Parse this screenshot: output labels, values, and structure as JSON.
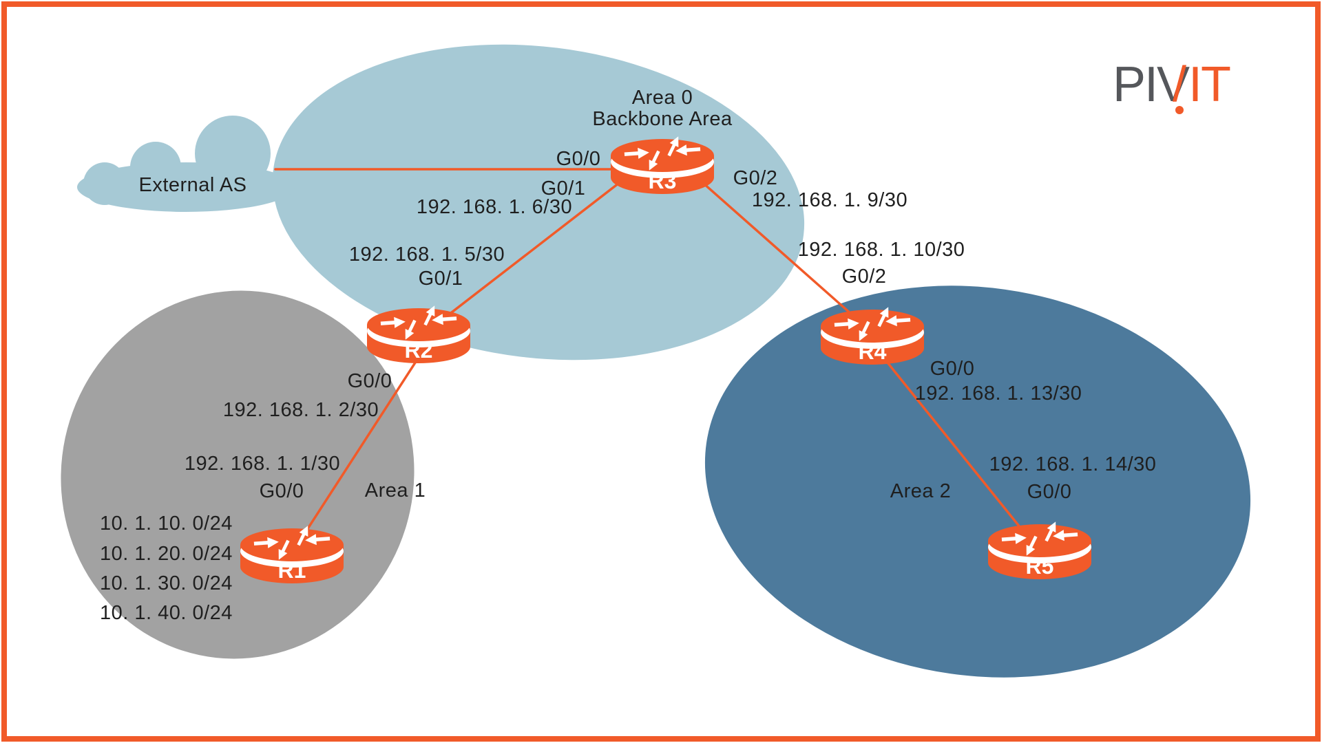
{
  "colors": {
    "orange": "#f15a29",
    "text": "#1f1f1f",
    "logo_gray": "#55575b",
    "area0_fill": "#a6c9d5",
    "area1_fill": "#a2a2a2",
    "area2_fill": "#4d7a9c",
    "background": "#ffffff"
  },
  "logo": {
    "piv": "PIV",
    "slash": "/",
    "it": "IT"
  },
  "cloud": {
    "label": "External AS",
    "color": "#a6c9d5"
  },
  "areas": {
    "area0": {
      "line1": "Area 0",
      "line2": "Backbone Area",
      "color": "#a6c9d5"
    },
    "area1": {
      "label": "Area 1",
      "color": "#a2a2a2"
    },
    "area2": {
      "label": "Area 2",
      "color": "#4d7a9c"
    }
  },
  "nodes": {
    "r1": {
      "label": "R1"
    },
    "r2": {
      "label": "R2"
    },
    "r3": {
      "label": "R3"
    },
    "r4": {
      "label": "R4"
    },
    "r5": {
      "label": "R5"
    }
  },
  "labels": {
    "r3_g00": "G0/0",
    "r3_g01": "G0/1",
    "r3_g02": "G0/2",
    "ip_6": "192. 168. 1. 6/30",
    "ip_9": "192. 168. 1. 9/30",
    "ip_5": "192. 168. 1. 5/30",
    "r2_g01": "G0/1",
    "ip_10": "192. 168. 1. 10/30",
    "r4_g02": "G0/2",
    "r2_g00": "G0/0",
    "ip_2": "192. 168. 1. 2/30",
    "ip_1": "192. 168. 1. 1/30",
    "r1_g00": "G0/0",
    "r4_g00": "G0/0",
    "ip_13": "192. 168. 1. 13/30",
    "ip_14": "192. 168. 1. 14/30",
    "r5_g00": "G0/0"
  },
  "networks": [
    "10. 1. 10. 0/24",
    "10. 1. 20. 0/24",
    "10. 1. 30. 0/24",
    "10. 1. 40. 0/24"
  ]
}
